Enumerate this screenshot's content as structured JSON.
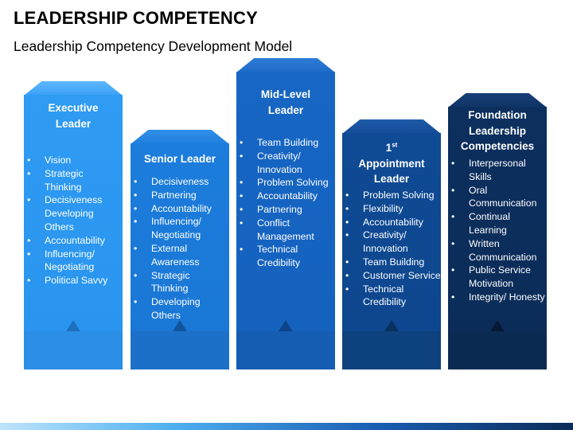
{
  "title": "LEADERSHIP COMPETENCY",
  "subtitle": "Leadership Competency Development Model",
  "columns": [
    {
      "heading_lines": [
        "Executive",
        "Leader"
      ],
      "items": [
        "Vision",
        "Strategic Thinking",
        "Decisiveness Developing Others",
        "Accountability",
        "Influencing/ Negotiating",
        "Political  Savvy"
      ]
    },
    {
      "heading_lines": [
        "Senior Leader"
      ],
      "items": [
        "Decisiveness",
        "Partnering",
        "Accountability",
        "Influencing/ Negotiating",
        "External Awareness",
        "Strategic Thinking",
        "Developing Others"
      ]
    },
    {
      "heading_lines": [
        "Mid-Level",
        "Leader"
      ],
      "items": [
        "Team Building",
        "Creativity/ Innovation",
        "Problem Solving",
        "Accountability",
        "Partnering",
        "Conflict Management",
        "Technical Credibility"
      ]
    },
    {
      "heading_number": "1",
      "heading_sup": "st",
      "heading_lines": [
        "Appointment",
        "Leader"
      ],
      "items": [
        "Problem Solving",
        "Flexibility",
        "Accountability",
        "Creativity/ Innovation",
        "Team Building",
        "Customer Service",
        "Technical Credibility"
      ]
    },
    {
      "heading_lines": [
        "Foundation",
        "Leadership",
        "Competencies"
      ],
      "items": [
        "Interpersonal Skills",
        "Oral Communication",
        "Continual Learning",
        "Written Communication",
        "Public Service Motivation",
        "Integrity/ Honesty"
      ]
    }
  ]
}
